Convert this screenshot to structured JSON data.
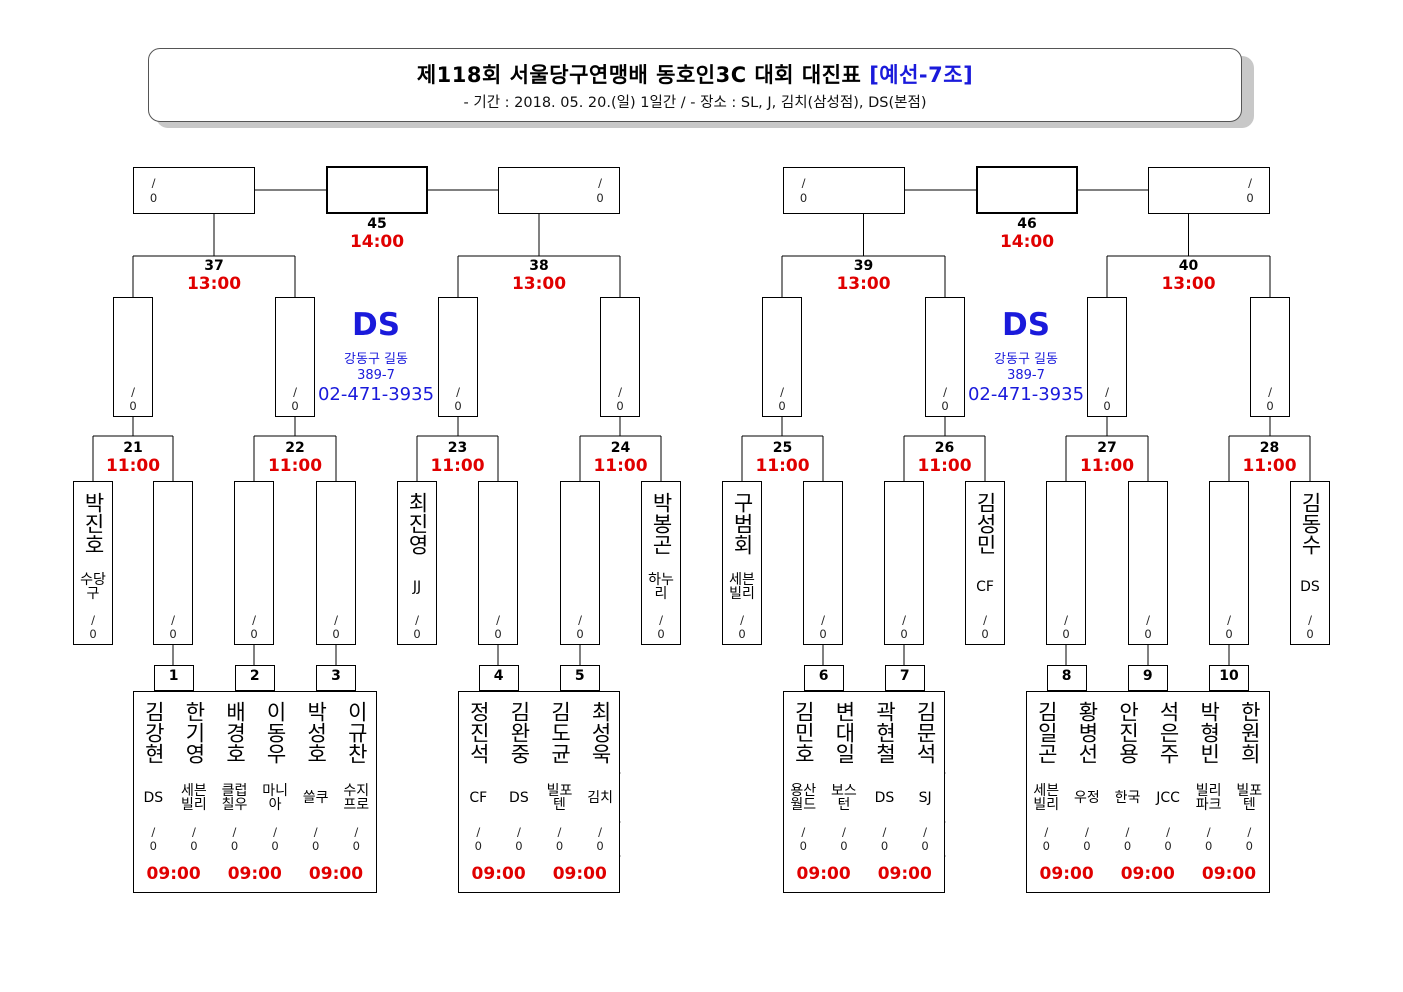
{
  "header": {
    "title_main": "제118회 서울당구연맹배 동호인3C 대회 대진표",
    "title_group": "[예선-7조]",
    "subtitle": "- 기간 : 2018. 05. 20.(일) 1일간 / - 장소 : SL, J, 김치(삼성점), DS(본점)"
  },
  "score_placeholder": {
    "top": "/",
    "bottom": "0"
  },
  "venues": [
    {
      "name": "DS",
      "addr1": "강동구 길동",
      "addr2": "389-7",
      "phone": "02-471-3935"
    },
    {
      "name": "DS",
      "addr1": "강동구 길동",
      "addr2": "389-7",
      "phone": "02-471-3935"
    }
  ],
  "first_round": [
    {
      "no": "1",
      "time": "09:00",
      "players": [
        {
          "name": "김강현",
          "club": "DS"
        },
        {
          "name": "한기영",
          "club": "세븐빌리"
        }
      ]
    },
    {
      "no": "2",
      "time": "09:00",
      "players": [
        {
          "name": "배경호",
          "club": "클럽칠우"
        },
        {
          "name": "이동우",
          "club": "마니아"
        }
      ]
    },
    {
      "no": "3",
      "time": "09:00",
      "players": [
        {
          "name": "박성호",
          "club": "쓸쿠"
        },
        {
          "name": "이규찬",
          "club": "수지프로"
        }
      ]
    },
    {
      "no": "4",
      "time": "09:00",
      "players": [
        {
          "name": "정진석",
          "club": "CF"
        },
        {
          "name": "김완중",
          "club": "DS"
        }
      ]
    },
    {
      "no": "5",
      "time": "09:00",
      "players": [
        {
          "name": "김도균",
          "club": "빌포텐"
        },
        {
          "name": "최성욱",
          "club": "김치"
        }
      ]
    },
    {
      "no": "6",
      "time": "09:00",
      "players": [
        {
          "name": "김민호",
          "club": "용산월드"
        },
        {
          "name": "변대일",
          "club": "보스턴"
        }
      ]
    },
    {
      "no": "7",
      "time": "09:00",
      "players": [
        {
          "name": "곽현철",
          "club": "DS"
        },
        {
          "name": "김문석",
          "club": "SJ"
        }
      ]
    },
    {
      "no": "8",
      "time": "09:00",
      "players": [
        {
          "name": "김일곤",
          "club": "세븐빌리"
        },
        {
          "name": "황병선",
          "club": "우정"
        }
      ]
    },
    {
      "no": "9",
      "time": "09:00",
      "players": [
        {
          "name": "안진용",
          "club": "한국"
        },
        {
          "name": "석은주",
          "club": "JCC"
        }
      ]
    },
    {
      "no": "10",
      "time": "09:00",
      "players": [
        {
          "name": "박형빈",
          "club": "빌리파크"
        },
        {
          "name": "한원희",
          "club": "빌포텐"
        }
      ]
    }
  ],
  "second_round": [
    {
      "no": "21",
      "time": "11:00",
      "slots": [
        {
          "name": "박진호",
          "club": "수당구"
        },
        {
          "name": "",
          "club": ""
        }
      ]
    },
    {
      "no": "22",
      "time": "11:00",
      "slots": [
        {
          "name": "",
          "club": ""
        },
        {
          "name": "",
          "club": ""
        }
      ]
    },
    {
      "no": "23",
      "time": "11:00",
      "slots": [
        {
          "name": "최진영",
          "club": "JJ"
        },
        {
          "name": "",
          "club": ""
        }
      ]
    },
    {
      "no": "24",
      "time": "11:00",
      "slots": [
        {
          "name": "",
          "club": ""
        },
        {
          "name": "박봉곤",
          "club": "하누리"
        }
      ]
    },
    {
      "no": "25",
      "time": "11:00",
      "slots": [
        {
          "name": "구범회",
          "club": "세븐빌리"
        },
        {
          "name": "",
          "club": ""
        }
      ]
    },
    {
      "no": "26",
      "time": "11:00",
      "slots": [
        {
          "name": "",
          "club": ""
        },
        {
          "name": "김성민",
          "club": "CF"
        }
      ]
    },
    {
      "no": "27",
      "time": "11:00",
      "slots": [
        {
          "name": "",
          "club": ""
        },
        {
          "name": "",
          "club": ""
        }
      ]
    },
    {
      "no": "28",
      "time": "11:00",
      "slots": [
        {
          "name": "",
          "club": ""
        },
        {
          "name": "김동수",
          "club": "DS"
        }
      ]
    }
  ],
  "third_round": [
    {
      "no": "37",
      "time": "13:00"
    },
    {
      "no": "38",
      "time": "13:00"
    },
    {
      "no": "39",
      "time": "13:00"
    },
    {
      "no": "40",
      "time": "13:00"
    }
  ],
  "final_round": [
    {
      "no": "45",
      "time": "14:00"
    },
    {
      "no": "46",
      "time": "14:00"
    }
  ]
}
